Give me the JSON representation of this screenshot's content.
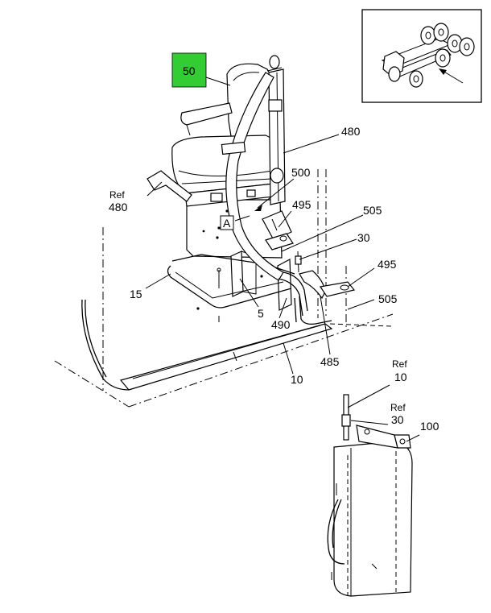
{
  "callouts": {
    "c50": "50",
    "c480": "480",
    "ref480_ref": "Ref",
    "ref480_num": "480",
    "c500": "500",
    "cA": "A",
    "c495a": "495",
    "c505a": "505",
    "c30": "30",
    "c495b": "495",
    "c505b": "505",
    "c15": "15",
    "c5": "5",
    "c490": "490",
    "c485": "485",
    "c10": "10",
    "ref10_ref": "Ref",
    "ref10_num": "10",
    "ref30_ref": "Ref",
    "ref30_num": "30",
    "c100": "100"
  },
  "colors": {
    "highlight": "#33cc33",
    "line": "#000000"
  }
}
